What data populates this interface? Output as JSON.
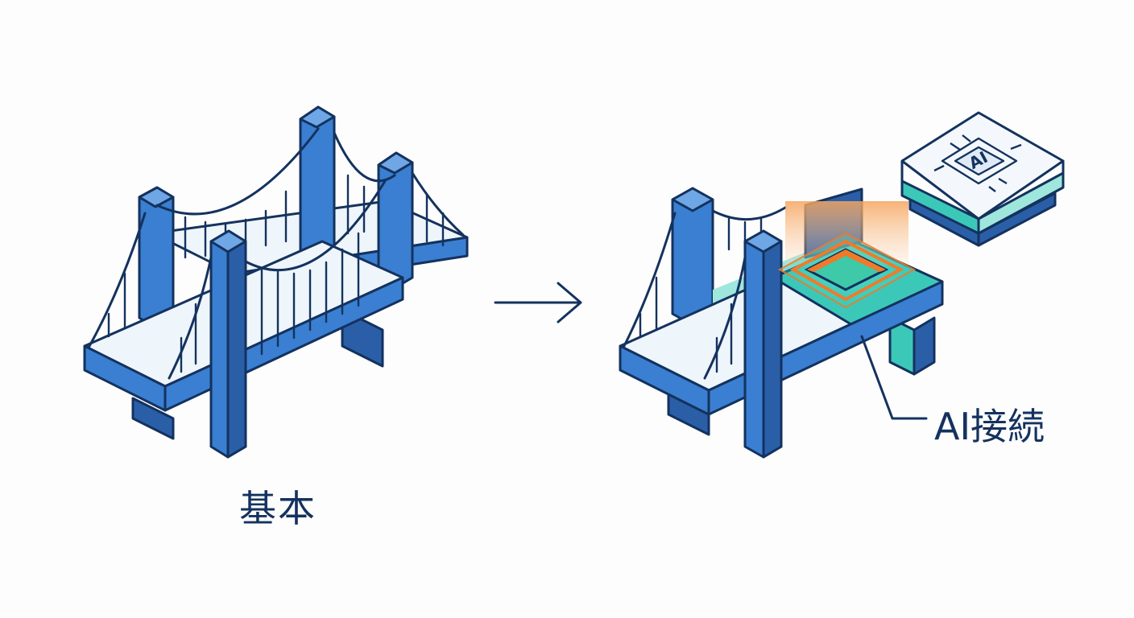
{
  "labels": {
    "basic": "基本",
    "ai_connection": "AI接続",
    "chip": "AI"
  },
  "colors": {
    "bridge_blue": "#3a7fd1",
    "bridge_dark": "#2a5fa8",
    "outline": "#14325e",
    "deck_top": "#eef5fb",
    "teal": "#3cc8b8",
    "orange": "#f07a2a"
  },
  "icons": [
    "right-arrow-icon",
    "ai-chip-icon",
    "glow-socket-icon"
  ]
}
